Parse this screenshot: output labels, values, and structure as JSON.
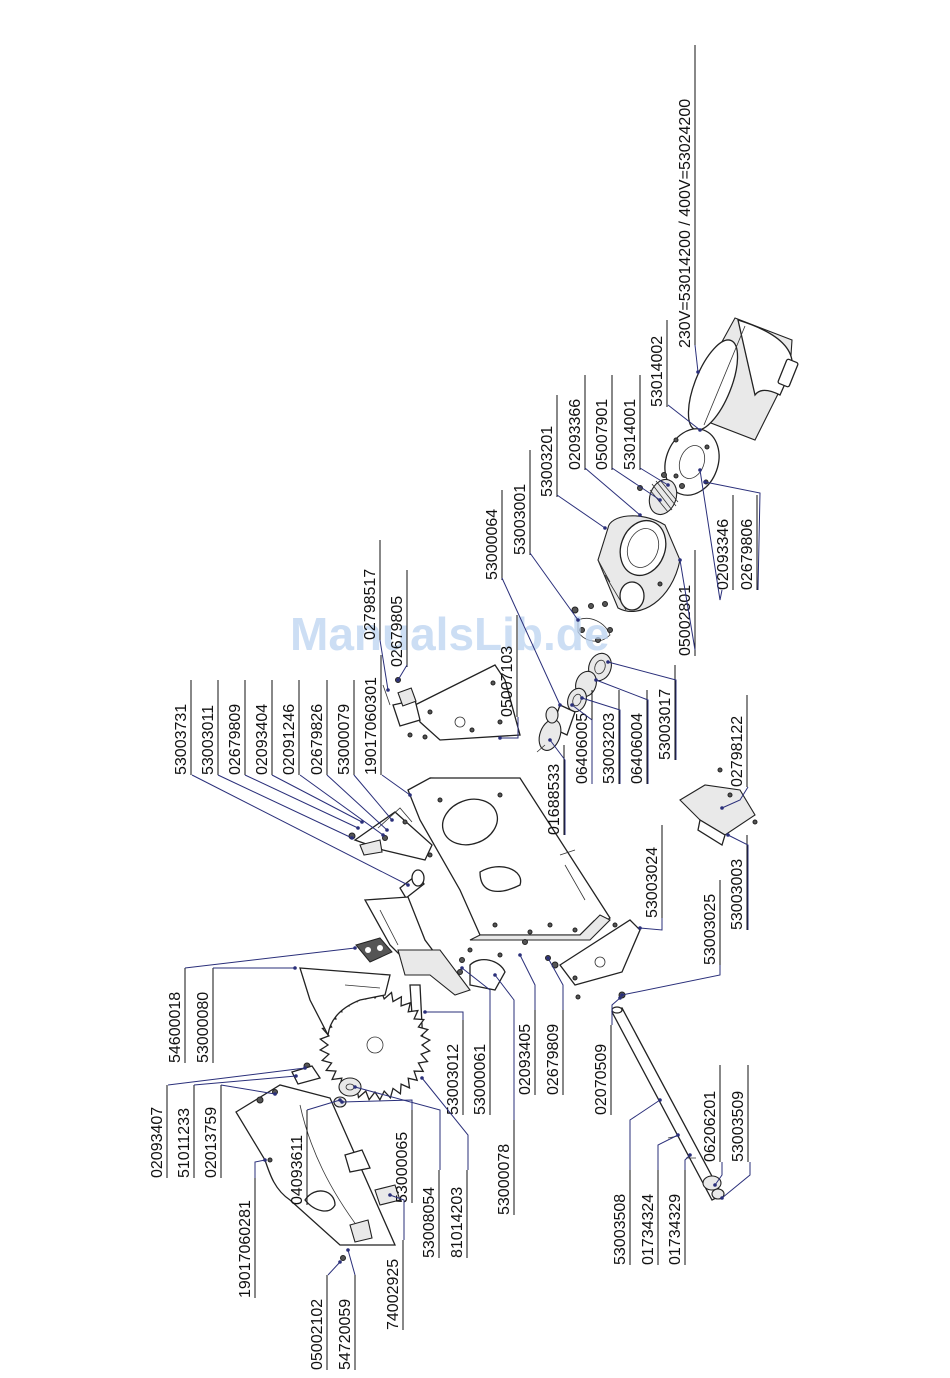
{
  "watermark": "ManualsLib.de",
  "parts": [
    {
      "number": "230V=53014200 / 400V=53024200",
      "id": "motor-voltage"
    },
    {
      "number": "53014002"
    },
    {
      "number": "53014001"
    },
    {
      "number": "05007901"
    },
    {
      "number": "02093366"
    },
    {
      "number": "53003201"
    },
    {
      "number": "53003001"
    },
    {
      "number": "53000064"
    },
    {
      "number": "02798517"
    },
    {
      "number": "02679805"
    },
    {
      "number": "05007103"
    },
    {
      "number": "02093346"
    },
    {
      "number": "02679806"
    },
    {
      "number": "05002801"
    },
    {
      "number": "53003017"
    },
    {
      "number": "06406004"
    },
    {
      "number": "53003203"
    },
    {
      "number": "06406005"
    },
    {
      "number": "01688533"
    },
    {
      "number": "53003731"
    },
    {
      "number": "53003011"
    },
    {
      "number": "02679809"
    },
    {
      "number": "02093404"
    },
    {
      "number": "02091246"
    },
    {
      "number": "02679826"
    },
    {
      "number": "53000079"
    },
    {
      "number": "19017060301"
    },
    {
      "number": "02798122"
    },
    {
      "number": "53003003"
    },
    {
      "number": "53003024"
    },
    {
      "number": "53003025"
    },
    {
      "number": "54600018"
    },
    {
      "number": "53000080"
    },
    {
      "number": "53003012"
    },
    {
      "number": "53000061"
    },
    {
      "number": "02093405"
    },
    {
      "number": "02679809"
    },
    {
      "number": "02070509"
    },
    {
      "number": "53000078"
    },
    {
      "number": "81014203"
    },
    {
      "number": "53008054"
    },
    {
      "number": "53000065"
    },
    {
      "number": "02093407"
    },
    {
      "number": "51011233"
    },
    {
      "number": "02013759"
    },
    {
      "number": "19017060281"
    },
    {
      "number": "04093611"
    },
    {
      "number": "74002925"
    },
    {
      "number": "05002102"
    },
    {
      "number": "54720059"
    },
    {
      "number": "06206201"
    },
    {
      "number": "53003509"
    },
    {
      "number": "53003508"
    },
    {
      "number": "01734324"
    },
    {
      "number": "01734329"
    }
  ]
}
